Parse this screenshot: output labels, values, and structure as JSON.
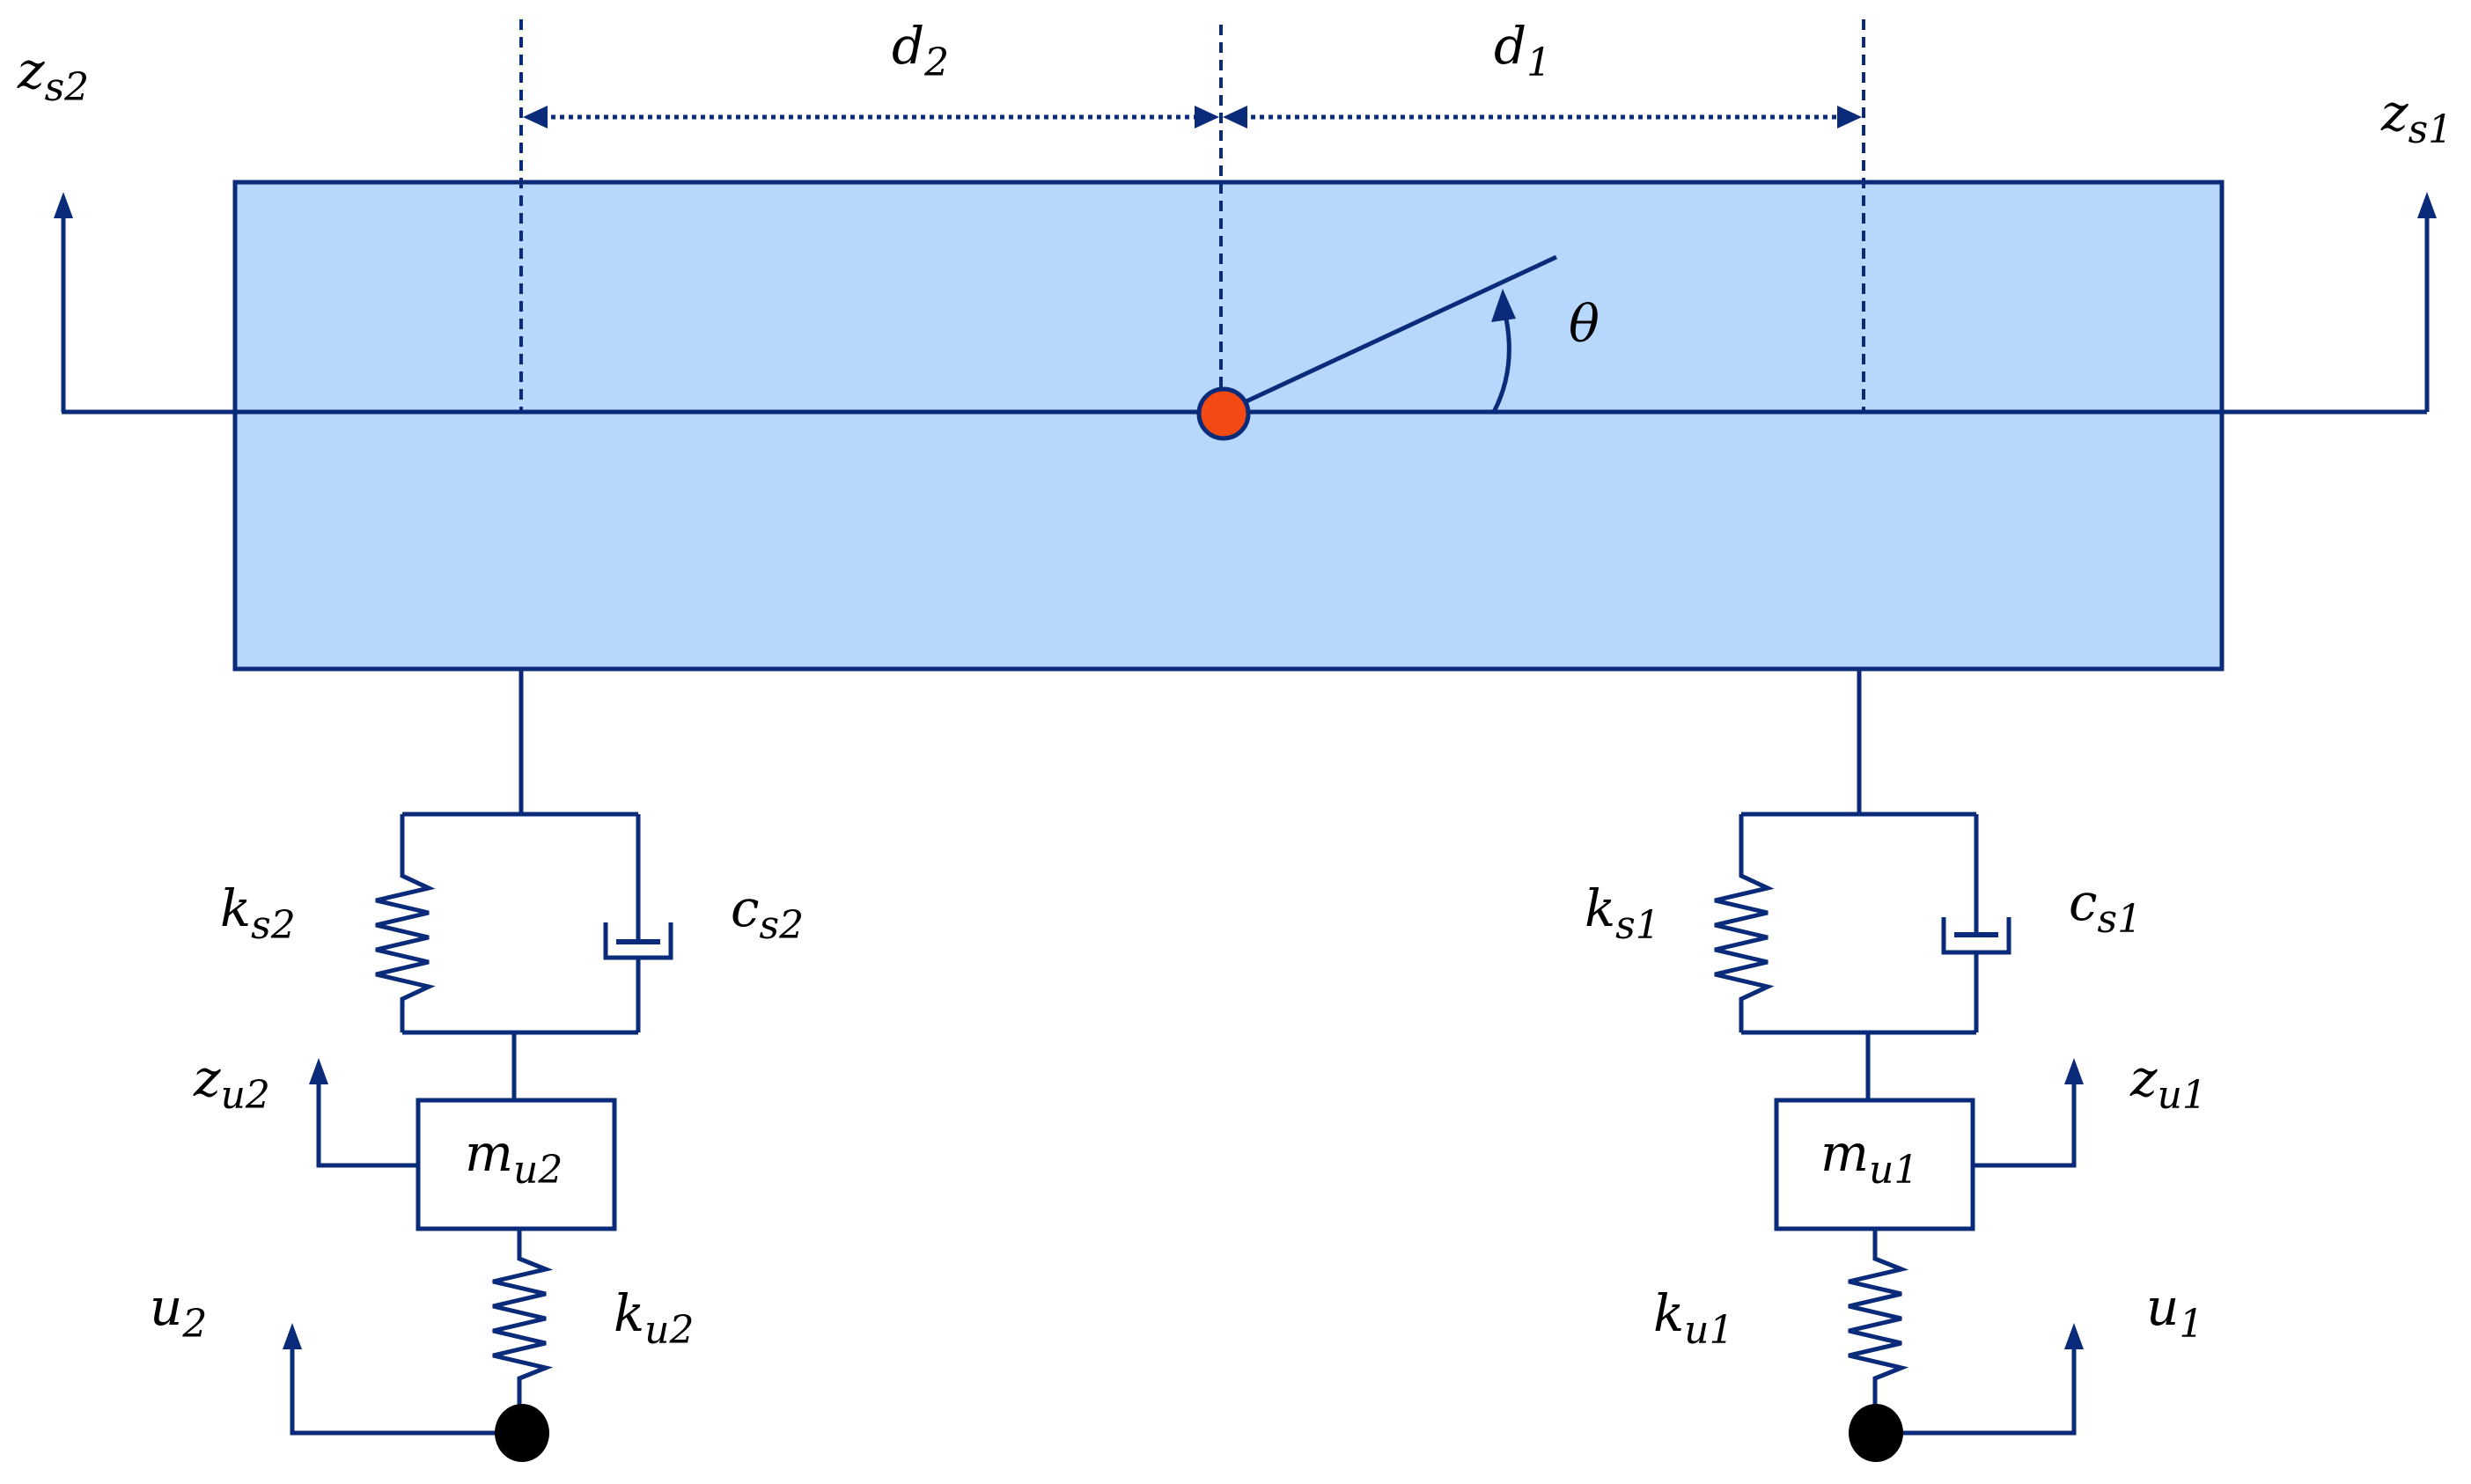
{
  "colors": {
    "stroke": "#0a2a7a",
    "body_fill": "#b8d7fc",
    "cg_fill": "#f24a12",
    "contact_fill": "#000000"
  },
  "labels": {
    "zs2": {
      "main": "z",
      "sub": "s2"
    },
    "zs1": {
      "main": "z",
      "sub": "s1"
    },
    "d2": {
      "main": "d",
      "sub": "2"
    },
    "d1": {
      "main": "d",
      "sub": "1"
    },
    "theta": {
      "main": "θ",
      "sub": ""
    },
    "ks2": {
      "main": "k",
      "sub": "s2"
    },
    "cs2": {
      "main": "c",
      "sub": "s2"
    },
    "ks1": {
      "main": "k",
      "sub": "s1"
    },
    "cs1": {
      "main": "c",
      "sub": "s1"
    },
    "zu2": {
      "main": "z",
      "sub": "u2"
    },
    "zu1": {
      "main": "z",
      "sub": "u1"
    },
    "mu2": {
      "main": "m",
      "sub": "u2"
    },
    "mu1": {
      "main": "m",
      "sub": "u1"
    },
    "ku2": {
      "main": "k",
      "sub": "u2"
    },
    "ku1": {
      "main": "k",
      "sub": "u1"
    },
    "u2": {
      "main": "u",
      "sub": "2"
    },
    "u1": {
      "main": "u",
      "sub": "1"
    }
  }
}
